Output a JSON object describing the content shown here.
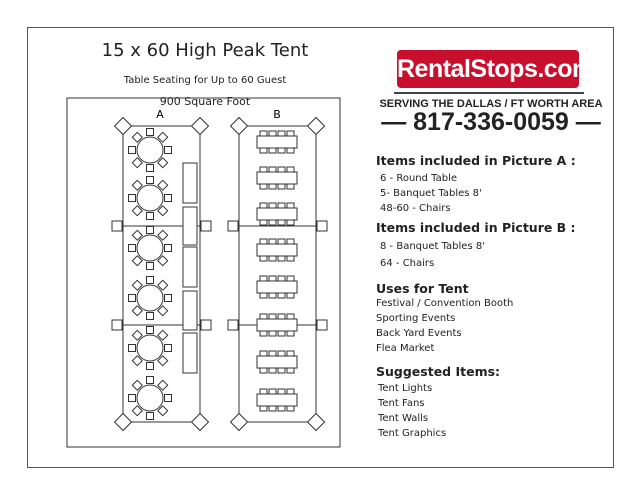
{
  "title": "15 x 60 High Peak Tent",
  "subtitle": "Table Seating for Up to 60 Guest",
  "area": "900 Square Foot",
  "labels": {
    "a": "A",
    "b": "B"
  },
  "logo": {
    "text": "RentalStops.com",
    "color": "#c8102e",
    "serving": "SERVING THE DALLAS / FT WORTH AREA",
    "phone": "— 817-336-0059 —"
  },
  "sections": [
    {
      "title": "Items included in Picture A :",
      "items": [
        "6 - Round Table",
        "5- Banquet Tables 8'",
        "48-60 - Chairs"
      ]
    },
    {
      "title": "Items included in Picture B :",
      "items": [
        "8 - Banquet Tables 8'",
        "64 - Chairs"
      ]
    },
    {
      "title": "Uses for Tent",
      "items": [
        "Festival / Convention Booth",
        "Sporting Events",
        "Back Yard Events",
        "Flea Market"
      ]
    },
    {
      "title": "Suggested Items:",
      "items": [
        "Tent Lights",
        "Tent Fans",
        "Tent Walls",
        "Tent Graphics"
      ]
    }
  ]
}
